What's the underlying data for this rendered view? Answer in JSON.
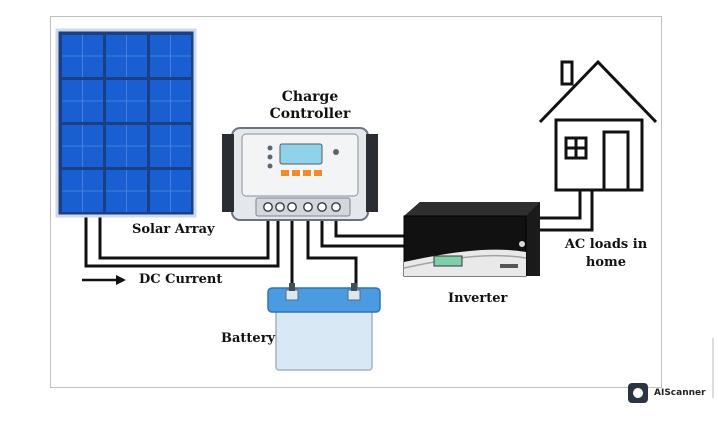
{
  "labels": {
    "charge_controller_line1": "Charge",
    "charge_controller_line2": "Controller",
    "solar_array": "Solar Array",
    "dc_current": "DC Current",
    "battery": "Battery",
    "inverter": "Inverter",
    "ac_loads_line1": "AC loads in",
    "ac_loads_line2": "home"
  },
  "watermark": {
    "text": "AIScanner"
  },
  "colors": {
    "solar_cell": "#1a5fd1",
    "solar_frame": "#1b3f86",
    "battery_lid": "#4a9be0",
    "battery_body": "#d8e8f4",
    "inverter_body": "#1a1a1a",
    "controller_body": "#e4e7ec",
    "controller_screen": "#8fd3e8",
    "wire": "#111111"
  }
}
